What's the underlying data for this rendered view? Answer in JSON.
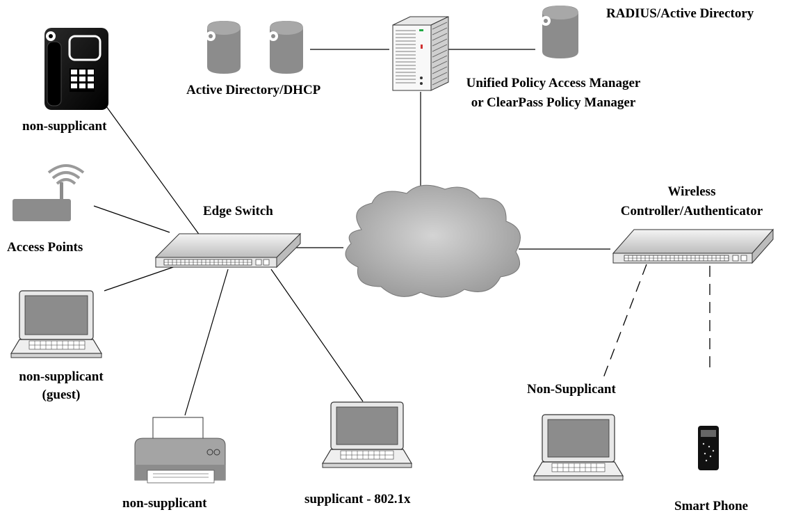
{
  "labels": {
    "radius": "RADIUS/Active Directory",
    "ad_dhcp": "Active Directory/DHCP",
    "upam_line1": "Unified Policy Access Manager",
    "upam_line2": "or ClearPass Policy Manager",
    "phone": "non-supplicant",
    "access_points": "Access Points",
    "edge_switch": "Edge Switch",
    "wireless_line1": "Wireless",
    "wireless_line2": "Controller/Authenticator",
    "guest_line1": "non-supplicant",
    "guest_line2": "(guest)",
    "printer": "non-supplicant",
    "supplicant": "supplicant - 802.1x",
    "non_supplicant_wireless": "Non-Supplicant",
    "smart_phone": "Smart Phone"
  },
  "icons": {
    "server": "server-tower-icon",
    "database": "database-cylinder-icon",
    "ip_phone": "ip-phone-icon",
    "access_point": "wireless-access-point-icon",
    "switch": "network-switch-icon",
    "cloud": "network-cloud-icon",
    "laptop": "laptop-icon",
    "printer": "printer-icon",
    "smartphone": "smartphone-icon"
  },
  "colors": {
    "device_gray": "#8c8c8c",
    "line": "#000000",
    "background": "#ffffff"
  }
}
